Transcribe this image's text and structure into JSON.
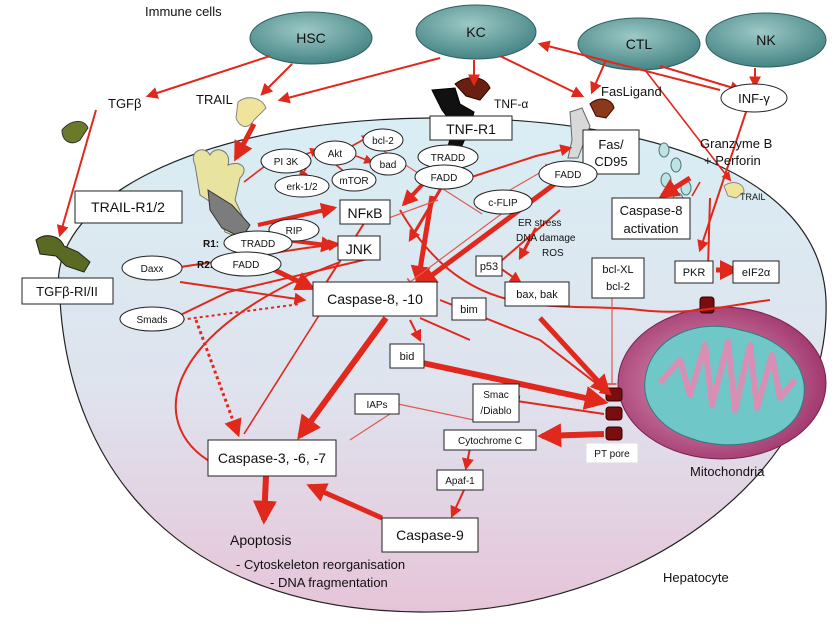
{
  "colors": {
    "arrow": "#e0281c",
    "inhibit": "#e05a50",
    "cell_top": "#d9eef4",
    "cell_bottom": "#e6c4d8",
    "immune_cell_fill": "#4a8a8a",
    "mito_outer": "#b8457e",
    "mito_inner": "#6fc7c7",
    "receptor_gray": "#8a8a8a",
    "receptor_yellow": "#e8e4a0",
    "receptor_olive": "#6a7a2a",
    "receptor_brown": "#7a2a12"
  },
  "labels": {
    "immune_cells": "Immune cells",
    "hsc": "HSC",
    "kc": "KC",
    "ctl": "CTL",
    "nk": "NK",
    "tgfb": "TGFβ",
    "trail_top": "TRAIL",
    "tnfa": "TNF-α",
    "fasligand": "FasLigand",
    "infg": "INF-γ",
    "granzyme_line1": "Granzyme B",
    "granzyme_line2": "+ Perforin",
    "trail_small": "TRAIL",
    "tnfr1": "TNF-R1",
    "fas_line1": "Fas/",
    "fas_line2": "CD95",
    "trail_r12": "TRAIL-R1/2",
    "tgfb_r": "TGFβ-RI/II",
    "pi3k": "PI 3K",
    "akt": "Akt",
    "bcl2_top": "bcl-2",
    "bad": "bad",
    "erk": "erk-1/2",
    "mtor": "mTOR",
    "tradd_tnf": "TRADD",
    "fadd_tnf": "FADD",
    "fadd_fas": "FADD",
    "nfkb": "NFκB",
    "rip": "RIP",
    "jnk": "JNK",
    "r1": "R1:",
    "r2": "R2:",
    "tradd_trail": "TRADD",
    "fadd_trail": "FADD",
    "cflip": "c-FLIP",
    "stress_line1": "ER stress",
    "stress_line2": "DNA  damage",
    "stress_line3": "ROS",
    "caspase8_line1": "Caspase-8",
    "caspase8_line2": "activation",
    "daxx": "Daxx",
    "smads": "Smads",
    "caspase810": "Caspase-8, -10",
    "p53": "p53",
    "baxbak": "bax, bak",
    "bclxl_line1": "bcl-XL",
    "bclxl_line2": "bcl-2",
    "pkr": "PKR",
    "eif2a": "eIF2α",
    "bim": "bim",
    "bid": "bid",
    "iaps": "IAPs",
    "smac_line1": "Smac",
    "smac_line2": "/Diablo",
    "cytc": "Cytochrome C",
    "ptpore": "PT pore",
    "caspase367": "Caspase-3, -6, -7",
    "apaf1": "Apaf-1",
    "mitochondria": "Mitochondria",
    "apoptosis": "Apoptosis",
    "cytoskeleton": "- Cytoskeleton reorganisation",
    "dnafrag": "- DNA fragmentation",
    "caspase9": "Caspase-9",
    "hepatocyte": "Hepatocyte"
  }
}
